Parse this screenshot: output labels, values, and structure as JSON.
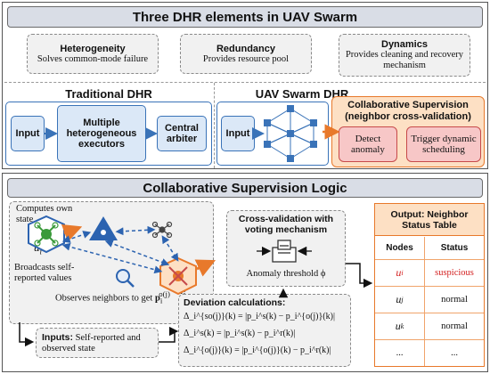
{
  "top": {
    "title": "Three DHR elements in UAV Swarm",
    "elements": [
      {
        "name": "Heterogeneity",
        "desc": "Solves common-mode failure"
      },
      {
        "name": "Redundancy",
        "desc": "Provides resource pool"
      },
      {
        "name": "Dynamics",
        "desc": "Provides cleaning and recovery mechanism"
      }
    ],
    "traditional": {
      "title": "Traditional DHR",
      "input": "Input",
      "executors": "Multiple heterogeneous executors",
      "arbiter": "Central arbiter"
    },
    "swarm": {
      "title": "UAV Swarm DHR",
      "input": "Input",
      "collab_title": "Collaborative Supervision (neighbor cross-validation)",
      "detect": "Detect anomaly",
      "trigger": "Trigger dynamic scheduling"
    }
  },
  "bottom": {
    "title": "Collaborative Supervision Logic",
    "computes": "Computes own state",
    "ui": "u",
    "ui_sub": "i",
    "uj": "u",
    "uj_sub": "j",
    "broadcasts": "Broadcasts self-reported values",
    "observes": "Observes neighbors to get ",
    "observes_math": "p",
    "observes_sup": "o(j)",
    "observes_sub": "i",
    "inputs_label": "Inputs:",
    "inputs_text": "Self-reported and observed state",
    "cross_title": "Cross-validation with voting mechanism",
    "threshold": "Anomaly threshold ϕ",
    "deviation_title": "Deviation calculations:",
    "formulas": [
      "Δ_i^{so(j)}(k) = |p_i^s(k) − p_i^{o(j)}(k)|",
      "Δ_i^s(k) = |p_i^s(k) − p_i^r(k)|",
      "Δ_i^{o(j)}(k) = |p_i^{o(j)}(k) − p_i^r(k)|"
    ],
    "table": {
      "title": "Output: Neighbor Status Table",
      "headers": [
        "Nodes",
        "Status"
      ],
      "rows": [
        {
          "node": "u",
          "sub": "i",
          "status": "suspicious"
        },
        {
          "node": "u",
          "sub": "j",
          "status": "normal"
        },
        {
          "node": "u",
          "sub": "k",
          "status": "normal"
        },
        {
          "node": "...",
          "sub": "",
          "status": "..."
        }
      ]
    }
  },
  "colors": {
    "blue": "#3a73b8",
    "orange": "#e8792b",
    "red": "#c74a4a",
    "suspicious": "#d32020",
    "green": "#3a9a3a"
  }
}
